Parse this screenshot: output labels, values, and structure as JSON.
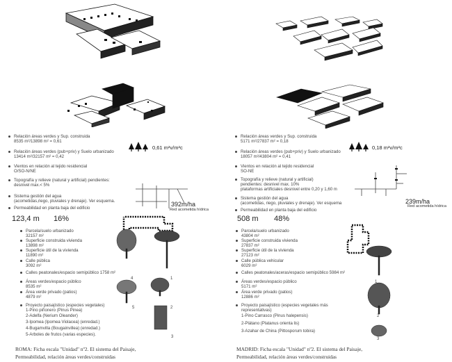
{
  "rome": {
    "items": [
      {
        "title": "Relación áreas verdes y Sup. construida",
        "value": "8535 m²/13898 m² = 0,61"
      },
      {
        "title": "Relación áreas verdes (pub+priv) y Suelo urbanizado",
        "value": "13414 m²/32157 m² = 0,42"
      },
      {
        "title": "Vientos en relación al tejido residencial",
        "value": "O/SO-N/NE"
      },
      {
        "title": "Topografía y relieve (natural y artificial) pendientes:",
        "value": "desnivel max.< 5%"
      },
      {
        "title": "Sistema gestión del agua",
        "value": "(acometidas,riego, pluviales y drenaje). Ver esquema."
      },
      {
        "title": "Permeabilidad en planta baja del edificio",
        "value": ""
      }
    ],
    "ratio": "0,61 m²v/m²c",
    "network_value": "392m/ha",
    "network_label": "Red acometida hídrica",
    "perimeter": "123,4 m",
    "percent": "16%",
    "stats": [
      {
        "title": "Parcela/suelo urbanizado",
        "value": "32157 m²"
      },
      {
        "title": "Superficie construida vivienda",
        "value": "13898 m²"
      },
      {
        "title": "Superficie útil de la vivienda",
        "value": "11890 m²"
      },
      {
        "title": "Calle pública",
        "value": "3092 m²"
      },
      {
        "title": "Calles peatonales/espacio semipúblico 1758 m²",
        "value": ""
      },
      {
        "title": "Áreas verdes/espacio público",
        "value": "8535 m²"
      },
      {
        "title": "Área verde privado (patios)",
        "value": "4879 m²"
      },
      {
        "title": "Proyecto paisajístico (especies vegetales)",
        "value": "1-Pino piñonero (Pinus Pinea)"
      }
    ],
    "species": [
      "2-Adelfa (Nerium Oleander)",
      "3-Ipomea (Ipomea Violacea) (enredad.)",
      "4-Bugamvilla (Bougainvillea) (enredad.)",
      "5-Arboles de frutos (varias especies)."
    ],
    "tree_labels": [
      "4",
      "1",
      "5",
      "2",
      "3"
    ],
    "caption_line1": "ROMA: Ficha escala \"Unidad\" nº2. El sistema del Paisaje,",
    "caption_line2": "Permeabilidad, relación áreas verdes/construidas"
  },
  "madrid": {
    "items": [
      {
        "title": "Relación áreas verdes y Sup. construida",
        "value": "5171 m²/27837 m² = 0,18"
      },
      {
        "title": "Relación áreas verdes (pub+priv) y Suelo urbanizado",
        "value": "18057 m²/43804 m² = 0,41"
      },
      {
        "title": "Vientos en relación al tejido residencial",
        "value": "SO-NE"
      },
      {
        "title": "Topografía y relieve (natural y artificial)",
        "value": "pendientes: desnivel max. 10%"
      },
      {
        "title": "",
        "value": "plataformas artificiales desnivel entre 0,20 y 1,60 m"
      },
      {
        "title": "Sistema gestión del agua",
        "value": "(acometidas, riego, pluviales y drenaje). Ver esquema"
      },
      {
        "title": "Permeabilidad en planta baja del edificio",
        "value": ""
      }
    ],
    "ratio": "0,18 m²v/m²c",
    "network_value": "239m/ha",
    "network_label": "Red acometida hídrica",
    "perimeter": "508 m",
    "percent": "48%",
    "stats": [
      {
        "title": "Parcela/suelo urbanizado",
        "value": "43804 m²"
      },
      {
        "title": "Superficie construida vivienda",
        "value": "27837 m²"
      },
      {
        "title": "Superficie útil de la vivienda",
        "value": "27123 m²"
      },
      {
        "title": "Calle pública vehicular",
        "value": "6029 m²"
      },
      {
        "title": "Calles peatonales/aceras/espacio semipúblico 5984 m²",
        "value": ""
      },
      {
        "title": "Áreas verdes/espacio público",
        "value": "5171 m²"
      },
      {
        "title": "Área verde privado (patios)",
        "value": "12886 m²"
      },
      {
        "title": "Proyecto paisajístico (especies vegetales más",
        "value": "representativas)"
      }
    ],
    "species": [
      "1-Pino Carrasco (Pinus halepensis)",
      "2-Plátano (Platanus orienta lis)",
      "3-Azahar de China (Pittosporum tobira)"
    ],
    "tree_labels": [
      "1",
      "2",
      "3"
    ],
    "caption_line1": "MADRID: Ficha escala \"Unidad\" nº2. El sistema del Paisaje,",
    "caption_line2": "Permeabilidad, relación áreas verdes/construidas"
  }
}
